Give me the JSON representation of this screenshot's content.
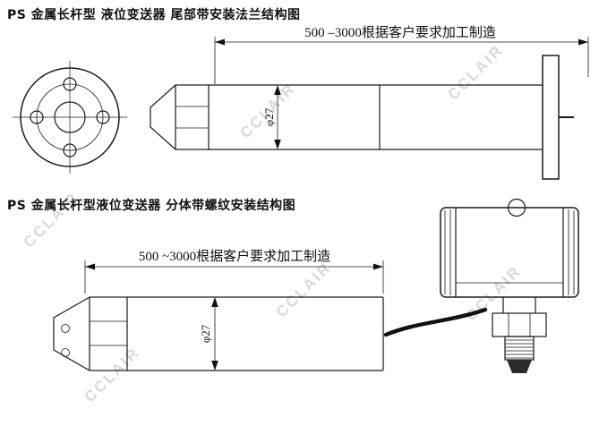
{
  "watermark": {
    "text": "CCLAIR",
    "color": "#c6c6c6"
  },
  "diagram1": {
    "title": "PS 金属长杆型 液位变送器 尾部带安装法兰结构图",
    "dimension_label": "500 –3000根据客户要求加工制造",
    "diameter_label": "φ27"
  },
  "diagram2": {
    "title": "PS 金属长杆型液位变送器 分体带螺纹安装结构图",
    "dimension_label": "500 ~3000根据客户要求加工制造",
    "diameter_label": "φ27"
  }
}
